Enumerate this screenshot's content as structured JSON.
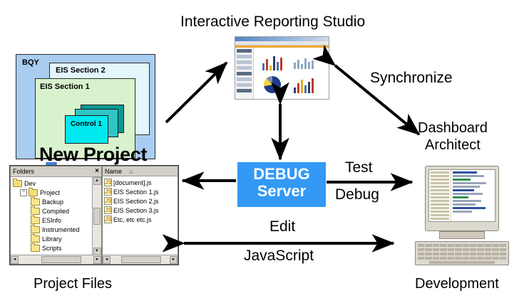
{
  "diagram": {
    "title": "Interactive Reporting Studio",
    "nodes": {
      "bqy": {
        "container_label": "BQY",
        "section_2_label": "EIS Section 2",
        "section_1_label": "EIS Section 1",
        "control_label": "Control 1",
        "project_label": "New Project",
        "caption": "Project Files"
      },
      "studio": {
        "label": "Interactive Reporting Studio"
      },
      "debug_server": {
        "line1": "DEBUG",
        "line2": "Server",
        "color": "#3399f5"
      },
      "dashboard_architect": {
        "line1": "Dashboard",
        "line2": "Architect"
      },
      "development": {
        "caption": "Development"
      }
    },
    "edges": [
      {
        "name": "bqy-to-studio",
        "label": ""
      },
      {
        "name": "studio-to-dashboard-architect",
        "label": "Synchronize"
      },
      {
        "name": "studio-to-debug-server",
        "label": ""
      },
      {
        "name": "debug-server-to-project-files",
        "label": ""
      },
      {
        "name": "debug-server-to-development",
        "label_above": "Test",
        "label_below": "Debug"
      },
      {
        "name": "project-files-to-development",
        "label_above": "Edit",
        "label_below": "JavaScript"
      }
    ],
    "edge_labels": {
      "synchronize": "Synchronize",
      "test": "Test",
      "debug": "Debug",
      "edit": "Edit",
      "javascript": "JavaScript"
    },
    "explorer": {
      "left_pane": {
        "title": "Folders",
        "close_label": "×",
        "tree": [
          {
            "label": "Dev",
            "depth": 1,
            "expander": ""
          },
          {
            "label": "Project",
            "depth": 2,
            "expander": "−"
          },
          {
            "label": "Backup",
            "depth": 3,
            "expander": ""
          },
          {
            "label": "Compiled",
            "depth": 3,
            "expander": ""
          },
          {
            "label": "ESInfo",
            "depth": 3,
            "expander": ""
          },
          {
            "label": "Instrumented",
            "depth": 3,
            "expander": ""
          },
          {
            "label": "Library",
            "depth": 3,
            "expander": ""
          },
          {
            "label": "Scripts",
            "depth": 3,
            "expander": ""
          }
        ]
      },
      "right_pane": {
        "column_header": "Name",
        "sort_indicator": "△",
        "files": [
          "[document].js",
          "EIS Section 1.js",
          "EIS Section 2.js",
          "EIS Section 3.js",
          "Etc, etc etc.js"
        ],
        "file_icon_glyph": "JS"
      },
      "scroll_up": "▲",
      "scroll_down": "▼",
      "scroll_left": "◄",
      "scroll_right": "►"
    }
  }
}
